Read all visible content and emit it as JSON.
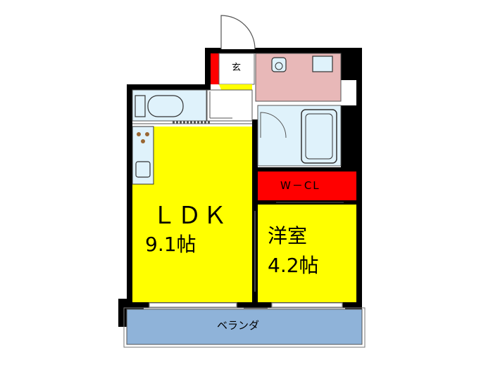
{
  "plan": {
    "rooms": {
      "ldk": {
        "name": "ＬＤＫ",
        "size": "9.1帖"
      },
      "western": {
        "name": "洋室",
        "size": "4.2帖"
      },
      "closet": {
        "name": "W－CL"
      },
      "entrance": {
        "name": "玄"
      },
      "veranda": {
        "name": "ベランダ"
      }
    },
    "colors": {
      "ldk": "#ffff00",
      "western": "#ffff00",
      "closet": "#ff0000",
      "toilet_room": "#e8b8b8",
      "bath": "#dff2fb",
      "veranda": "#8fb3d9",
      "wall": "#000000",
      "entrance_floor": "#ffff00"
    }
  }
}
